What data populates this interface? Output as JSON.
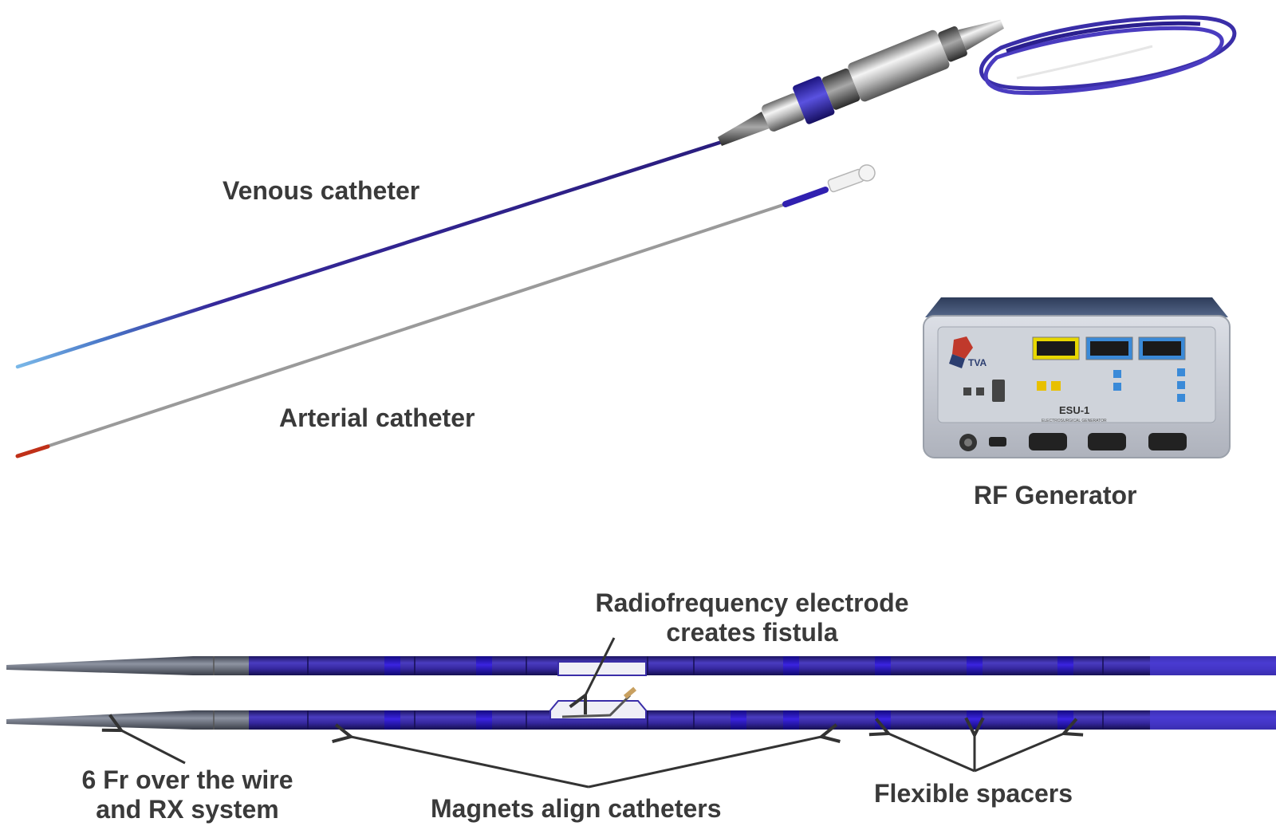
{
  "labels": {
    "venous": "Venous catheter",
    "arterial": "Arterial catheter",
    "rf_generator": "RF Generator",
    "electrode": "Radiofrequency electrode creates fistula",
    "wire": "6 Fr over the wire\nand RX system",
    "magnets": "Magnets align catheters",
    "spacers": "Flexible spacers"
  },
  "device": {
    "brand": "TVA",
    "model": "ESU-1",
    "panel_sub": "ELECTROSURGICAL GENERATOR"
  },
  "colors": {
    "catheter_blue": "#3a2a9a",
    "catheter_dark": "#24186a",
    "tip_grey": "#6e7480",
    "magnet_blue": "#2514b8",
    "wire_grey": "#9a9a9a",
    "tip_red": "#c03018",
    "label_text": "#3a3a3a",
    "device_body": "#c9ccd4",
    "device_top": "#3a4a6a"
  },
  "icons": [
    "tva-logo-icon",
    "display-icon",
    "connector-icon"
  ]
}
